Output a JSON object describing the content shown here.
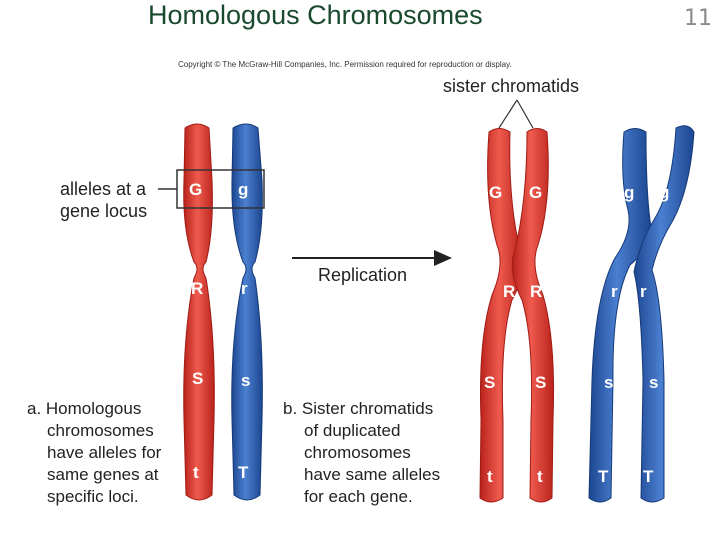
{
  "header": {
    "title": "Homologous Chromosomes",
    "page_number": "11",
    "copyright": "Copyright © The McGraw-Hill Companies, Inc. Permission required for reproduction or display."
  },
  "labels": {
    "alleles_line1": "alleles at a",
    "alleles_line2": "gene locus",
    "replication": "Replication",
    "sister_chromatids": "sister chromatids"
  },
  "caption_a": [
    "a. Homologous",
    "chromosomes",
    "have alleles for",
    "same genes at",
    "specific loci."
  ],
  "caption_b": [
    "b. Sister chromatids",
    "of duplicated",
    "chromosomes",
    "have same alleles",
    "for each gene."
  ],
  "alleles": {
    "red": [
      "G",
      "R",
      "S",
      "t"
    ],
    "blue": [
      "g",
      "r",
      "s",
      "T"
    ]
  },
  "colors": {
    "red_chromosome": "#d9382f",
    "blue_chromosome": "#2a5db0",
    "title": "#1a4a2e"
  }
}
